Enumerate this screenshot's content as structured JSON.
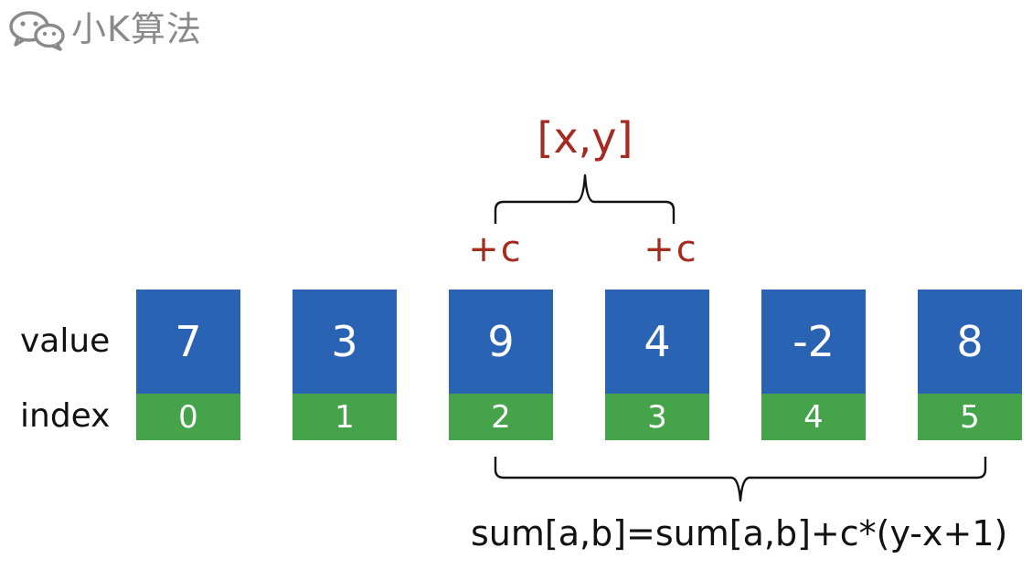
{
  "brand": {
    "icon": "wechat-icon",
    "name": "小K算法"
  },
  "labels": {
    "value": "value",
    "index": "index"
  },
  "cells": [
    {
      "value": "7",
      "index": "0"
    },
    {
      "value": "3",
      "index": "1"
    },
    {
      "value": "9",
      "index": "2"
    },
    {
      "value": "4",
      "index": "3"
    },
    {
      "value": "-2",
      "index": "4"
    },
    {
      "value": "8",
      "index": "5"
    }
  ],
  "update": {
    "range": "[x,y]",
    "left_add": "+c",
    "right_add": "+c"
  },
  "formula": "sum[a,b]=sum[a,b]+c*(y-x+1)",
  "colors": {
    "value_box": "#2a63b4",
    "index_box": "#45a34a",
    "accent": "#a52a22",
    "brand": "#8a8a8a"
  }
}
